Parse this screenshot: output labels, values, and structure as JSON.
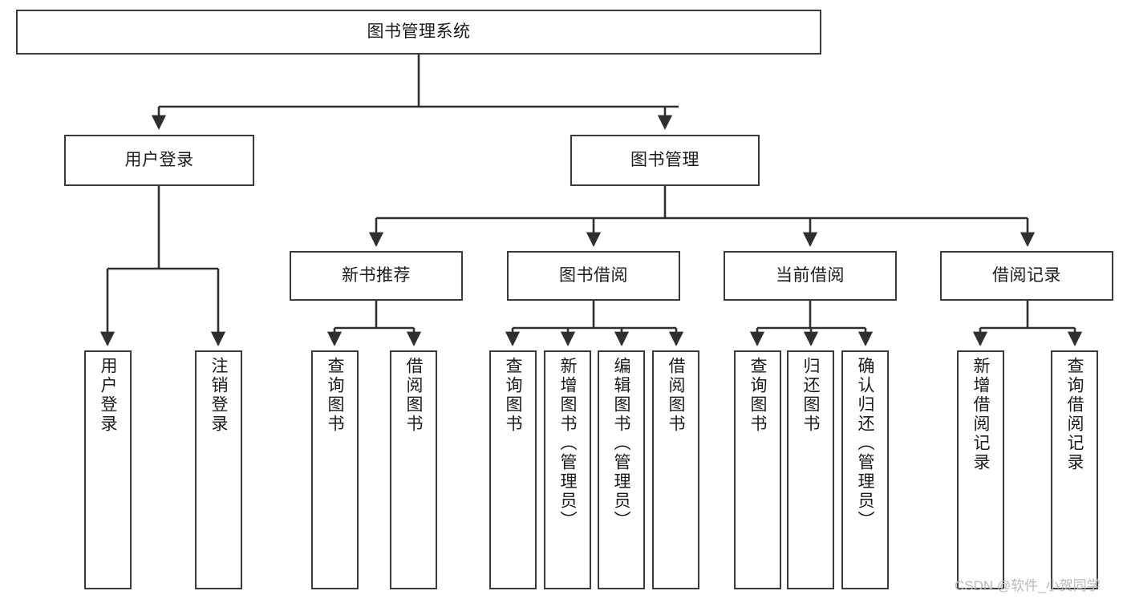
{
  "diagram": {
    "title": "图书管理系统",
    "type": "tree-hierarchy-diagram",
    "colors": {
      "box_border": "#3a3a3a",
      "box_fill": "#ffffff",
      "connector": "#2f2f2f",
      "text": "#1b1b1b",
      "watermark": "#b9b9b9",
      "background": "#ffffff"
    },
    "nodes": {
      "root": {
        "label": "图书管理系统"
      },
      "level2": [
        {
          "label": "用户登录"
        },
        {
          "label": "图书管理"
        }
      ],
      "level3": [
        {
          "label": "新书推荐"
        },
        {
          "label": "图书借阅"
        },
        {
          "label": "当前借阅"
        },
        {
          "label": "借阅记录"
        }
      ],
      "leaves": {
        "user_login": [
          {
            "label": "用户登录"
          },
          {
            "label": "注销登录"
          }
        ],
        "new_book_recommend": [
          {
            "label": "查询图书"
          },
          {
            "label": "借阅图书"
          }
        ],
        "book_borrow": [
          {
            "label": "查询图书"
          },
          {
            "label": "新增图书（管理员）"
          },
          {
            "label": "编辑图书（管理员）"
          },
          {
            "label": "借阅图书"
          }
        ],
        "current_borrow": [
          {
            "label": "查询图书"
          },
          {
            "label": "归还图书"
          },
          {
            "label": "确认归还（管理员）"
          }
        ],
        "borrow_record": [
          {
            "label": "新增借阅记录"
          },
          {
            "label": "查询借阅记录"
          }
        ]
      }
    },
    "watermark": "CSDN @软件_小贺同学"
  }
}
